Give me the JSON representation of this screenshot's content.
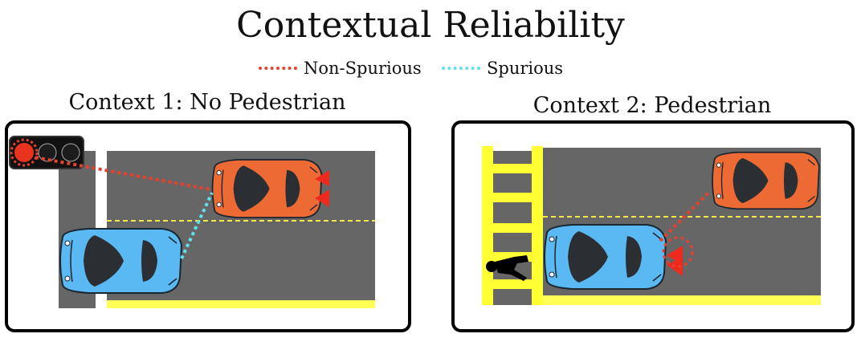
{
  "title": "Contextual Reliability",
  "legend": {
    "non_spurious": {
      "label": "Non-Spurious",
      "color": "#e8402e"
    },
    "spurious": {
      "label": "Spurious",
      "color": "#5ee3ee"
    }
  },
  "panels": [
    {
      "title": "Context 1: No Pedestrian"
    },
    {
      "title": "Context 2: Pedestrian"
    }
  ],
  "colors": {
    "road": "#666666",
    "lane_line": "#f5e84a",
    "curb": "#ffff55",
    "crosswalk": "#ffff33",
    "car_blue": "#5ab8f2",
    "car_orange": "#ee6a35",
    "light_red": "#e8331f",
    "brake_light": "#ee2a1f"
  }
}
